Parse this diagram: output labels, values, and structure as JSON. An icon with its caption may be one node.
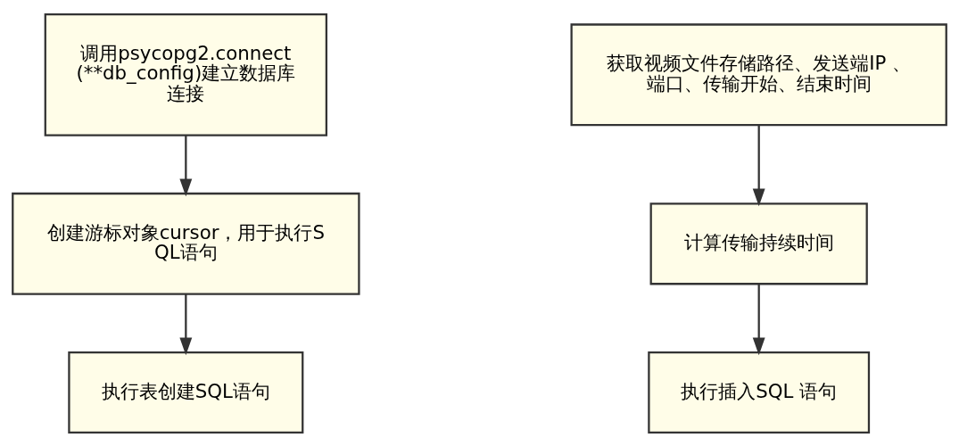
{
  "diagram": {
    "nodes": [
      {
        "text": [
          "调用psycopg2.connect(**db_config)建立数据库连接"
        ]
      },
      {
        "text": [
          "创建游标对象cursor，用于执行SQL语句"
        ]
      },
      {
        "text": [
          "执行表创建SQL语句"
        ]
      },
      {
        "text": [
          "获取视频文件存储路径、发送端IP 、端口、传输开始、结束时间"
        ]
      },
      {
        "text": [
          "计算传输持续时间"
        ]
      },
      {
        "text": [
          "执行插入SQL 语句"
        ]
      }
    ],
    "edges": [
      {
        "from": 0,
        "to": 1,
        "arrow": "to"
      },
      {
        "from": 1,
        "to": 2,
        "arrow": "to"
      },
      {
        "from": 3,
        "to": 4,
        "arrow": "to"
      },
      {
        "from": 4,
        "to": 5,
        "arrow": "to"
      }
    ]
  }
}
